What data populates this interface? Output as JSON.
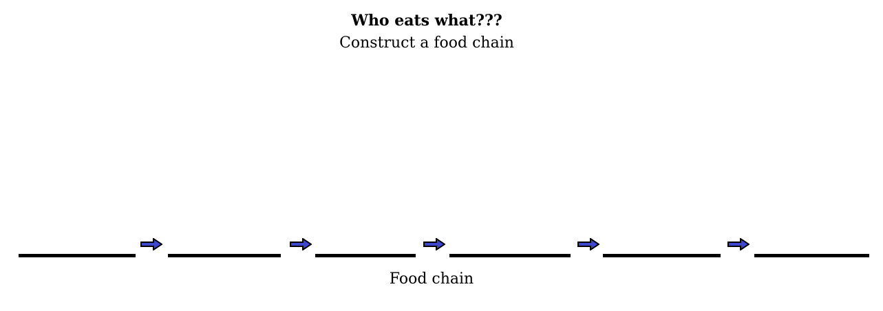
{
  "header": {
    "title": "Who eats what???",
    "subtitle": "Construct a food chain"
  },
  "food_chain": {
    "caption": "Food chain",
    "blanks": [
      {
        "index": 1,
        "value": ""
      },
      {
        "index": 2,
        "value": ""
      },
      {
        "index": 3,
        "value": ""
      },
      {
        "index": 4,
        "value": ""
      },
      {
        "index": 5,
        "value": ""
      },
      {
        "index": 6,
        "value": ""
      }
    ],
    "arrow_count": 5,
    "arrow_icon": "right-block-arrow"
  },
  "colors": {
    "background": "#FFFFFF",
    "text": "#000000",
    "blank_line": "#000000",
    "arrow_fill": "#3F48CC",
    "arrow_outline": "#000000"
  }
}
